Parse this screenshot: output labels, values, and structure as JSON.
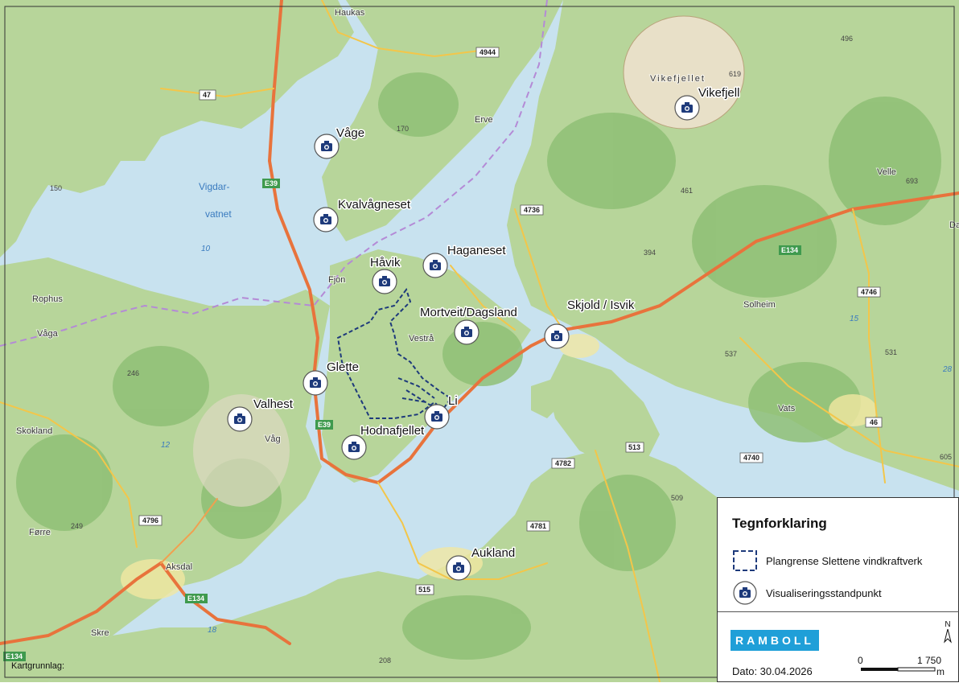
{
  "legend": {
    "title": "Tegnforklaring",
    "items": [
      {
        "label": "Plangrense Slettene vindkraftverk",
        "icon": "dashed-boundary-icon"
      },
      {
        "label": "Visualiseringsstandpunkt",
        "icon": "camera-icon"
      }
    ],
    "logo": "RAMBOLL",
    "date": "Dato: 30.04.2026",
    "north": "N",
    "scale": {
      "start": "0",
      "end": "1 750",
      "unit": "m"
    }
  },
  "credit": "Kartgrunnlag:",
  "viewpoints": [
    "Våge",
    "Kvalvågneset",
    "Håvik",
    "Haganeset",
    "Mortveit/Dagsland",
    "Skjold / Isvik",
    "Glette",
    "Valhest",
    "Hodnafjellet",
    "Li",
    "Aukland",
    "Vikefjell"
  ],
  "places": [
    "Haukas",
    "Erve",
    "Vikefjellet",
    "Vigdar-",
    "vatnet",
    "Fjon",
    "Rophus",
    "Våga",
    "Skokland",
    "Vestrå",
    "Våg",
    "Førre",
    "Aksdal",
    "Skre",
    "Solheim",
    "Vats",
    "Velle",
    "Da"
  ],
  "elevations": [
    "496",
    "619",
    "170",
    "150",
    "693",
    "461",
    "394",
    "537",
    "531",
    "246",
    "249",
    "605",
    "509",
    "208",
    "10",
    "12",
    "15",
    "18",
    "28"
  ],
  "roads": [
    "4944",
    "47",
    "E39",
    "E39",
    "4736",
    "E134",
    "4746",
    "46",
    "4740",
    "513",
    "4782",
    "4781",
    "515",
    "4796",
    "E134",
    "E134"
  ],
  "colors": {
    "water": "#c8e2ef",
    "land": "#b7d59a",
    "forest": "#8fbf75",
    "road": "#e8733c",
    "boundary": "#1e3a7b",
    "marker": "#1e3a7b"
  }
}
